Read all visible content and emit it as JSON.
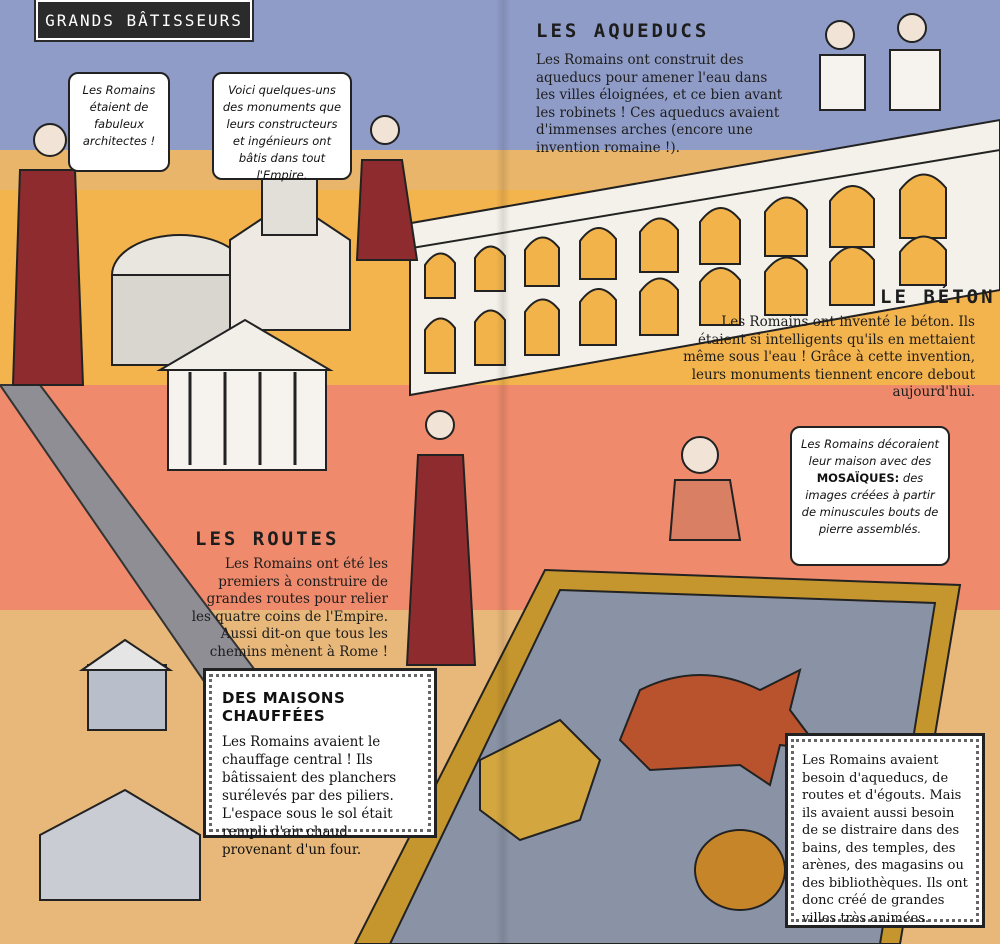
{
  "section_label": "GRANDS BÂTISSEURS",
  "bubbles": {
    "architects": "Les Romains étaient de fabuleux architectes !",
    "monuments": "Voici quelques-uns des monuments que leurs constructeurs et ingénieurs ont bâtis dans tout l'Empire.",
    "mosaics_line1": "Les Romains décoraient leur maison avec des",
    "mosaics_keyword": "MOSAÏQUES:",
    "mosaics_line2": "des images créées à partir de minuscules bouts de pierre assemblés."
  },
  "aqueducs": {
    "title": "LES AQUEDUCS",
    "text": "Les Romains ont construit des aqueducs pour amener l'eau dans les villes éloignées, et ce bien avant les robinets ! Ces aqueducs avaient d'immenses arches (encore une invention romaine !)."
  },
  "beton": {
    "title": "LE BÉTON",
    "text": "Les Romains ont inventé le béton. Ils étaient si intelligents qu'ils en mettaient même sous l'eau ! Grâce à cette invention, leurs monuments tiennent encore debout aujourd'hui."
  },
  "routes": {
    "title": "LES ROUTES",
    "text": "Les Romains ont été les premiers à construire de grandes routes pour relier les quatre coins de l'Empire. Aussi dit-on que tous les chemins mènent à Rome !"
  },
  "maisons": {
    "title": "DES MAISONS CHAUFFÉES",
    "text": "Les Romains avaient le chauffage central ! Ils bâtissaient des planchers surélevés par des piliers. L'espace sous le sol était rempli d'air chaud provenant d'un four."
  },
  "villes": {
    "text": "Les Romains avaient besoin d'aqueducs, de routes et d'égouts. Mais ils avaient aussi besoin de se distraire dans des bains, des temples, des arènes, des magasins ou des bibliothèques. Ils ont donc créé de grandes villes très animées."
  },
  "colors": {
    "sky": "#8f9cc7",
    "sand": "#f3b34d",
    "terracotta": "#ef8b6c",
    "dress": "#8e2b2e",
    "mosaic_blue": "#8a93a6"
  }
}
